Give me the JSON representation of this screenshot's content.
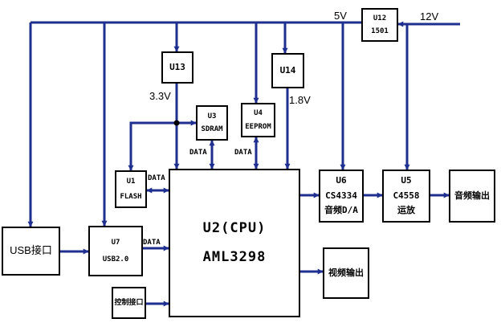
{
  "colors": {
    "wire": "#1f2f8f",
    "box_border": "#000000",
    "background": "#ffffff"
  },
  "rails": {
    "v5": "5V",
    "v12": "12V",
    "v33": "3.3V",
    "v18": "1.8V"
  },
  "buses": {
    "data": "DATA"
  },
  "blocks": {
    "u12": {
      "ref": "U12",
      "name": "1501"
    },
    "u13": {
      "ref": "U13"
    },
    "u14": {
      "ref": "U14"
    },
    "u3": {
      "ref": "U3",
      "name": "SDRAM"
    },
    "u4": {
      "ref": "U4",
      "name": "EEPROM"
    },
    "u1": {
      "ref": "U1",
      "name": "FLASH"
    },
    "u2": {
      "ref": "U2(CPU)",
      "name": "AML3298"
    },
    "u6": {
      "ref": "U6",
      "name": "CS4334",
      "desc": "音频D/A"
    },
    "u5": {
      "ref": "U5",
      "name": "C4558",
      "desc": "运放"
    },
    "u7": {
      "ref": "U7",
      "name": "USB2.0"
    },
    "usb_port": {
      "name": "USB接口"
    },
    "audio_out": {
      "name": "音频输出"
    },
    "video_out": {
      "name": "视频输出"
    },
    "control_port": {
      "name": "控制接口"
    }
  }
}
